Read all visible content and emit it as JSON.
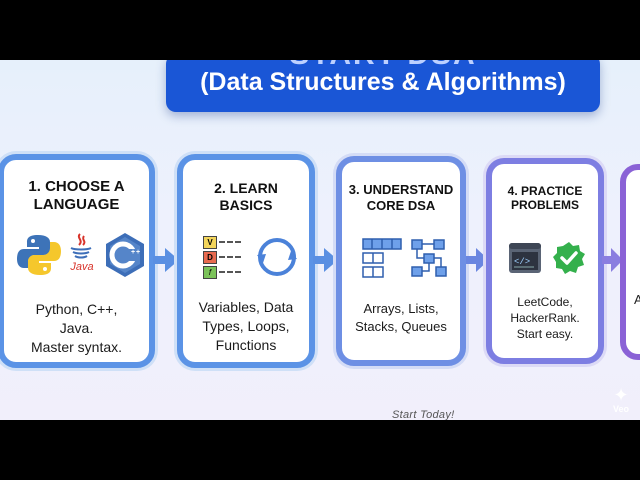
{
  "title": {
    "top_partial": "START DSA",
    "main": "(Data Structures & Algorithms)"
  },
  "steps": [
    {
      "title_line1": "1. CHOOSE A",
      "title_line2": "LANGUAGE",
      "java_label": "Java",
      "desc_line1": "Python, C++,",
      "desc_line2": "Java.",
      "desc_line3": "Master syntax."
    },
    {
      "title_line1": "2. LEARN",
      "title_line2": "BASICS",
      "tile_labels": [
        "V",
        "D",
        "f"
      ],
      "desc_line1": "Variables, Data",
      "desc_line2": "Types, Loops,",
      "desc_line3": "Functions"
    },
    {
      "title_line1": "3. UNDERSTAND",
      "title_line2": "CORE DSA",
      "desc_line1": "Arrays, Lists,",
      "desc_line2": "Stacks, Queues"
    },
    {
      "title_line1": "4. PRACTICE",
      "title_line2": "PROBLEMS",
      "desc_line1": "LeetCode,",
      "desc_line2": "HackerRank.",
      "desc_line3": "Start easy."
    },
    {
      "partial_text": "A"
    }
  ],
  "footer": "Start Today!",
  "watermark": "Veo",
  "colors": {
    "title_bg": "#1a56d6",
    "card_border": "#5b93e6",
    "card4_border": "#7d7ee2",
    "card5_border": "#8a62d6",
    "arrow": "#5a8fe2",
    "python_blue": "#3d73b8",
    "python_yellow": "#f5c72c",
    "java_red": "#d8332a",
    "cpp_blue": "#3d6eb8",
    "check_green": "#34b04c"
  },
  "icons": [
    "python-logo-icon",
    "java-logo-icon",
    "cplusplus-logo-icon",
    "checklist-icon",
    "refresh-cycle-icon",
    "array-grid-icon",
    "tree-diagram-icon",
    "code-window-icon",
    "check-badge-icon",
    "arrow-right-icon",
    "sparkle-icon"
  ]
}
